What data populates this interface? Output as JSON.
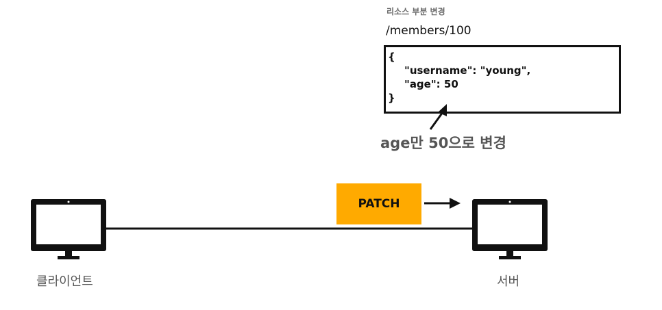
{
  "resource": {
    "caption": "리소스 부분 변경",
    "path": "/members/100"
  },
  "json_body": {
    "open_brace": "{",
    "line1": "\"username\": \"young\",",
    "line2_key": "\"age\": ",
    "line2_value": "50",
    "close_brace": "}"
  },
  "note": "age만 50으로 변경",
  "method": "PATCH",
  "client_label": "클라이언트",
  "server_label": "서버",
  "colors": {
    "method_box": "#ffaa00",
    "monitor": "#111111"
  }
}
